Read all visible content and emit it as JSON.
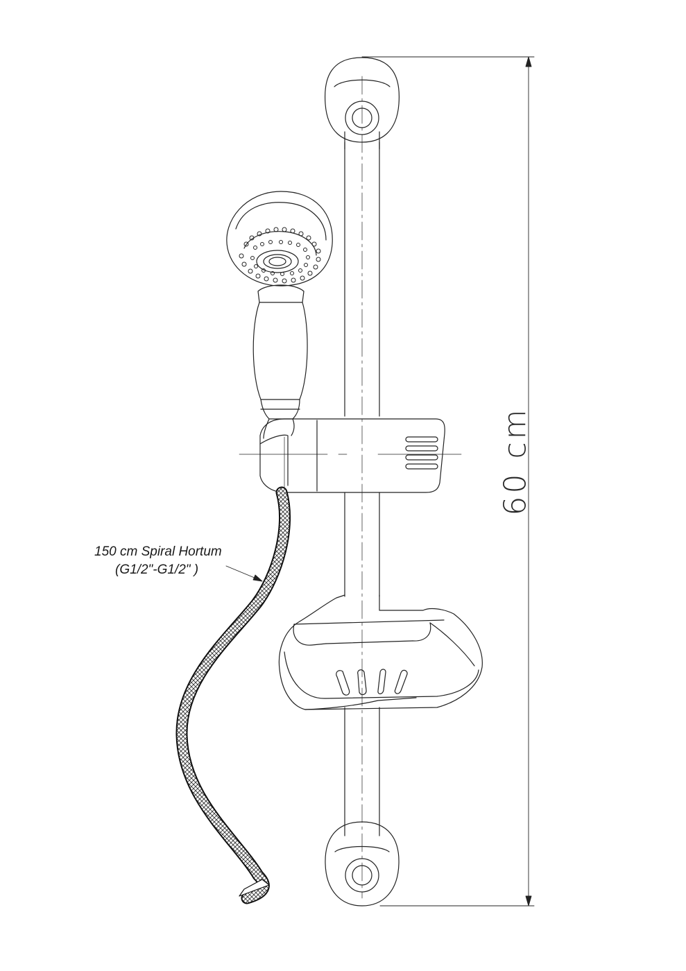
{
  "drawing": {
    "hose_label_line1": "150 cm Spiral Hortum",
    "hose_label_line2": "(G1/2\"-G1/2\" )",
    "height_dimension": "60 cm"
  }
}
